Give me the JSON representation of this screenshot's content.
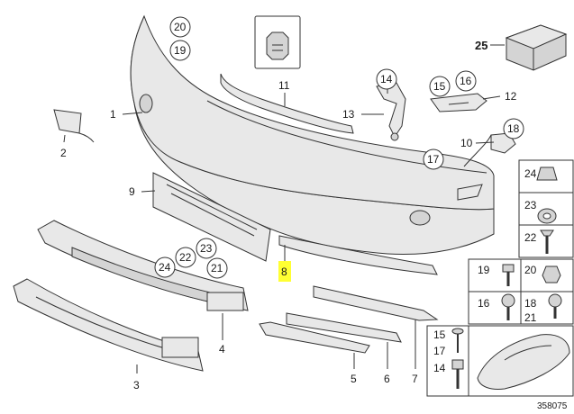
{
  "callouts": {
    "c1": "1",
    "c2": "2",
    "c3": "3",
    "c4": "4",
    "c5": "5",
    "c6": "6",
    "c7": "7",
    "c8": "8",
    "c9": "9",
    "c10": "10",
    "c11": "11",
    "c12": "12",
    "c13": "13",
    "c14": "14",
    "c15": "15",
    "c16": "16",
    "c17": "17",
    "c18": "18",
    "c19": "19",
    "c20": "20",
    "c21": "21",
    "c22": "22",
    "c23": "23",
    "c24": "24",
    "c25": "25"
  },
  "highlight_color": "#ffff33",
  "diagram_number": "358075"
}
